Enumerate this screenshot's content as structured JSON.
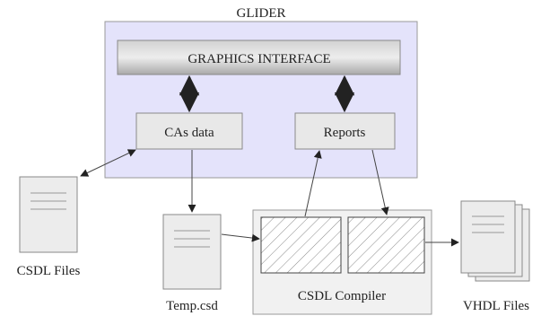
{
  "glider": {
    "title": "GLIDER"
  },
  "graphics_interface": {
    "label": "GRAPHICS INTERFACE"
  },
  "cas_data": {
    "label": "CAs data"
  },
  "reports": {
    "label": "Reports"
  },
  "csdl_files": {
    "label": "CSDL Files"
  },
  "temp_file": {
    "label": "Temp.csd"
  },
  "compiler": {
    "label": "CSDL Compiler"
  },
  "vhdl_files": {
    "label": "VHDL Files"
  },
  "colors": {
    "glider_fill": "#e4e3fb",
    "box_fill": "#e8e8e8",
    "border": "#8a8a8a",
    "arrow": "#333333"
  }
}
